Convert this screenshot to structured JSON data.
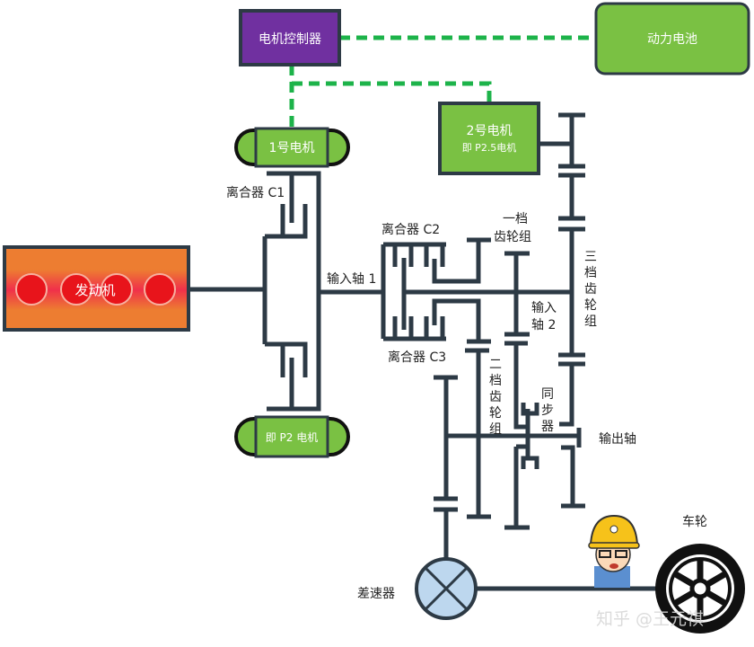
{
  "components": {
    "motor_controller": "电机控制器",
    "battery": "动力电池",
    "motor1": "1号电机",
    "motor2_line1": "2号电机",
    "motor2_line2": "即 P2.5电机",
    "p2_motor": "即 P2 电机",
    "engine": "发动机",
    "differential": "差速器",
    "wheel": "车轮"
  },
  "labels": {
    "clutch_c1": "离合器 C1",
    "clutch_c2": "离合器 C2",
    "clutch_c3": "离合器 C3",
    "input_shaft_1": "输入轴 1",
    "input_shaft_2_line1": "输入",
    "input_shaft_2_line2": "轴 2",
    "gear1_line1": "一档",
    "gear1_line2": "齿轮组",
    "gear2": [
      "二",
      "档",
      "齿",
      "轮",
      "组"
    ],
    "gear3": [
      "三",
      "档",
      "齿",
      "轮",
      "组"
    ],
    "synchronizer": [
      "同",
      "步",
      "器"
    ],
    "output_shaft": "输出轴"
  },
  "watermark": "知乎 @王元祺",
  "colors": {
    "controller": "#7030a0",
    "motor_green": "#7ac143",
    "engine_orange": "#ed7d31",
    "cylinder_red": "#e8141b",
    "dashed_link": "#1db34a",
    "shaft": "#2d3a45",
    "differential": "#bdd7ee"
  }
}
